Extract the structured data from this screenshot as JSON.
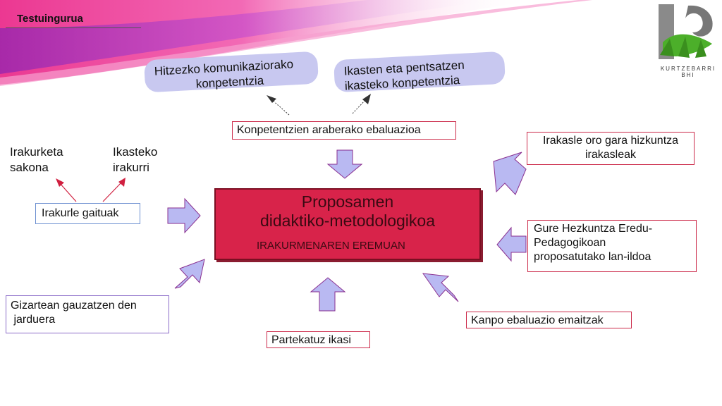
{
  "header": {
    "title": "Testuingurua"
  },
  "logo": {
    "line1": "KURTZEBARRI",
    "line2": "BHI",
    "icon": "kurtzebarri-logo-icon"
  },
  "clouds": {
    "left": [
      "Hitzezko komunikaziorako",
      "konpetentzia"
    ],
    "right": [
      "Ikasten eta pentsatzen",
      "ikasteko konpetentzia"
    ]
  },
  "nodes": {
    "ebaluazioa": "Konpetentzien araberako ebaluazioa",
    "center_title": [
      "Proposamen",
      "didaktiko-metodologikoa"
    ],
    "center_sub": "IRAKURMENAREN EREMUAN",
    "irakasle": [
      "Irakasle oro gara hizkuntza",
      "irakasleak"
    ],
    "hezkuntza": [
      "Gure Hezkuntza Eredu-",
      "Pedagogikoan",
      "proposatutako lan-ildoa"
    ],
    "kanpo": "Kanpo ebaluazio emaitzak",
    "partekatuz": "Partekatuz ikasi",
    "gizartea": [
      "Gizartean gauzatzen den",
      " jarduera"
    ],
    "irakurle": "Irakurle gaituak",
    "irakurketa": [
      "Irakurketa",
      "sakona"
    ],
    "ikasteko": [
      "Ikasteko",
      "irakurri"
    ]
  },
  "colors": {
    "center_fill": "#d8234a",
    "arrow_fill": "#b9b9f2",
    "cloud_fill": "#c8c8f0",
    "banner_magenta": "#e8157e",
    "logo_green": "#4caf2a"
  }
}
